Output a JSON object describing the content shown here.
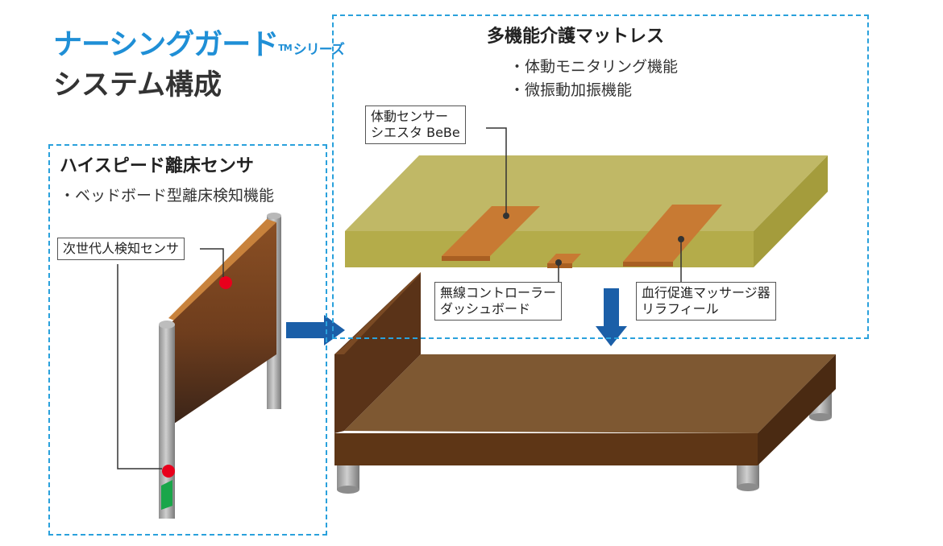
{
  "header": {
    "logo_name": "ナーシングガード",
    "logo_tm": "TM",
    "logo_series": "シリーズ",
    "subtitle": "システム構成"
  },
  "left_panel": {
    "title": "ハイスピード離床センサ",
    "features": [
      "・ベッドボード型離床検知機能"
    ],
    "callout": "次世代人検知センサ"
  },
  "right_panel": {
    "title": "多機能介護マットレス",
    "features": [
      "・体動モニタリング機能",
      "・微振動加振機能"
    ],
    "callouts": {
      "body_sensor": [
        "体動センサー",
        "シエスタ BeBe"
      ],
      "controller": [
        "無線コントローラー",
        "ダッシュボード"
      ],
      "massager": [
        "血行促進マッサージ器",
        "リラフィール"
      ]
    }
  },
  "colors": {
    "accent_blue": "#1f8fd6",
    "dashed_border": "#2aa1dc",
    "arrow": "#1b5fa8",
    "mattress_top": "#c0b866",
    "pad": "#c87a33",
    "bed_wood": "#6b4022",
    "sensor_dot": "#e8001c",
    "sensor_green": "#1aa64a"
  }
}
